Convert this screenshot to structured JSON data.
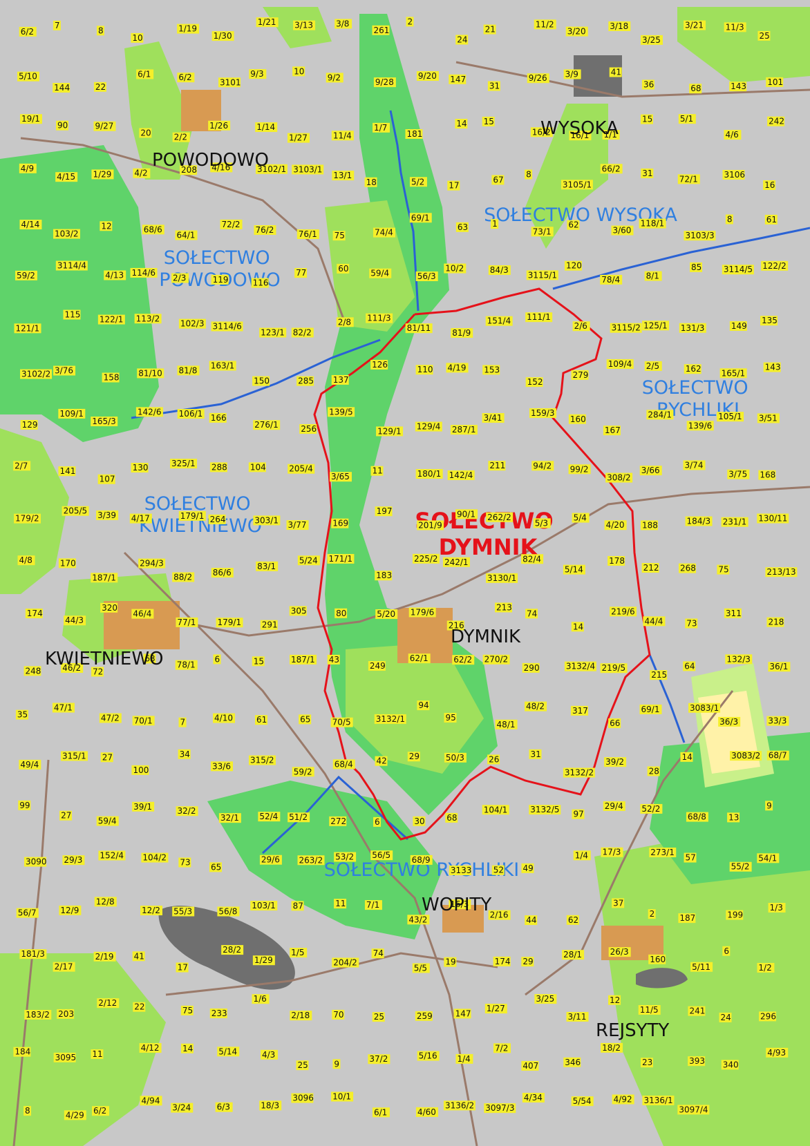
{
  "colors": {
    "background": "#c8c8c8",
    "grass": "#9fe05c",
    "forest": "#5fd36a",
    "meadow": "#c9f08a",
    "field_light": "#fff2a8",
    "built": "#d89a52",
    "building": "#e24628",
    "water": "#6f6f6f",
    "road": "#9a7a6a",
    "boundary_red": "#e5121a",
    "boundary_blue": "#2a62d4",
    "label_bg": "#f5ef2a"
  },
  "map": {
    "settlements": [
      {
        "id": "powodowo",
        "name": "POWODOWO"
      },
      {
        "id": "wysoka",
        "name": "WYSOKA"
      },
      {
        "id": "dymnik",
        "name": "DYMNIK"
      },
      {
        "id": "kwietniewo",
        "name": "KWIETNIEWO"
      },
      {
        "id": "wopity",
        "name": "WOPITY"
      },
      {
        "id": "rejsyty",
        "name": "REJSYTY"
      }
    ],
    "solectwa": [
      {
        "id": "powodowo",
        "lines": [
          "SOŁECTWO",
          "POWODOWO"
        ]
      },
      {
        "id": "wysoka",
        "lines": [
          "SOŁECTWO WYSOKA"
        ]
      },
      {
        "id": "rychliki-ne",
        "lines": [
          "SOŁECTWO",
          "RYCHLIKI"
        ]
      },
      {
        "id": "kwietniewo",
        "lines": [
          "SOŁECTWO",
          "KWIETNIEWO"
        ]
      },
      {
        "id": "rychliki-s",
        "lines": [
          "SOŁECTWO RYCHLIKI"
        ]
      }
    ],
    "highlighted_solectwo": {
      "lines": [
        "SOŁECTWO",
        "DYMNIK"
      ]
    },
    "parcels": [
      "6/2",
      "7",
      "8",
      "10",
      "1/19",
      "1/30",
      "1/21",
      "3/13",
      "3/8",
      "261",
      "2",
      "24",
      "21",
      "11/2",
      "3/20",
      "3/18",
      "3/25",
      "3/21",
      "11/3",
      "25",
      "5/10",
      "144",
      "22",
      "6/1",
      "6/2",
      "3101",
      "9/3",
      "10",
      "9/2",
      "9/28",
      "9/20",
      "147",
      "31",
      "9/26",
      "3/9",
      "41",
      "36",
      "68",
      "143",
      "101",
      "19/1",
      "90",
      "9/27",
      "20",
      "2/2",
      "1/26",
      "1/14",
      "1/27",
      "11/4",
      "1/7",
      "181",
      "14",
      "15",
      "16/2",
      "16/1",
      "1/1",
      "15",
      "5/1",
      "4/6",
      "242",
      "4/9",
      "4/15",
      "1/29",
      "4/2",
      "208",
      "4/16",
      "3102/1",
      "3103/1",
      "13/1",
      "18",
      "5/2",
      "17",
      "67",
      "8",
      "3105/1",
      "66/2",
      "31",
      "72/1",
      "3106",
      "16",
      "4/14",
      "103/2",
      "12",
      "68/6",
      "64/1",
      "72/2",
      "76/2",
      "76/1",
      "75",
      "74/4",
      "69/1",
      "63",
      "1",
      "73/1",
      "62",
      "3/60",
      "118/1",
      "3103/3",
      "8",
      "61",
      "59/2",
      "3114/4",
      "4/13",
      "114/6",
      "2/3",
      "119",
      "116",
      "77",
      "60",
      "59/4",
      "56/3",
      "10/2",
      "84/3",
      "3115/1",
      "120",
      "78/4",
      "8/1",
      "85",
      "3114/5",
      "122/2",
      "121/1",
      "115",
      "122/1",
      "113/2",
      "102/3",
      "3114/6",
      "123/1",
      "82/2",
      "2/8",
      "111/3",
      "81/11",
      "81/9",
      "151/4",
      "111/1",
      "2/6",
      "3115/2",
      "125/1",
      "131/3",
      "149",
      "135",
      "3102/2",
      "3/76",
      "158",
      "81/10",
      "81/8",
      "163/1",
      "150",
      "285",
      "137",
      "126",
      "110",
      "4/19",
      "153",
      "152",
      "279",
      "109/4",
      "2/5",
      "162",
      "165/1",
      "143",
      "129",
      "109/1",
      "165/3",
      "142/6",
      "106/1",
      "166",
      "276/1",
      "256",
      "139/5",
      "129/1",
      "129/4",
      "287/1",
      "3/41",
      "159/3",
      "160",
      "167",
      "284/1",
      "139/6",
      "105/1",
      "3/51",
      "2/7",
      "141",
      "107",
      "130",
      "325/1",
      "288",
      "104",
      "205/4",
      "3/65",
      "11",
      "180/1",
      "142/4",
      "211",
      "94/2",
      "99/2",
      "308/2",
      "3/66",
      "3/74",
      "3/75",
      "168",
      "179/2",
      "205/5",
      "3/39",
      "4/17",
      "179/1",
      "264",
      "303/1",
      "3/77",
      "169",
      "197",
      "201/9",
      "90/1",
      "262/2",
      "5/3",
      "5/4",
      "4/20",
      "188",
      "184/3",
      "231/1",
      "130/11",
      "4/8",
      "170",
      "187/1",
      "294/3",
      "88/2",
      "86/6",
      "83/1",
      "5/24",
      "171/1",
      "183",
      "225/2",
      "242/1",
      "3130/1",
      "82/4",
      "5/14",
      "178",
      "212",
      "268",
      "75",
      "213/13",
      "174",
      "44/3",
      "320",
      "46/4",
      "77/1",
      "179/1",
      "291",
      "305",
      "80",
      "5/20",
      "179/6",
      "216",
      "213",
      "74",
      "14",
      "219/6",
      "44/4",
      "73",
      "311",
      "218",
      "248",
      "46/2",
      "72",
      "63",
      "78/1",
      "6",
      "15",
      "187/1",
      "43",
      "249",
      "62/1",
      "62/2",
      "270/2",
      "290",
      "3132/4",
      "219/5",
      "215",
      "64",
      "132/3",
      "36/1",
      "35",
      "47/1",
      "47/2",
      "70/1",
      "7",
      "4/10",
      "61",
      "65",
      "70/5",
      "3132/1",
      "94",
      "95",
      "48/1",
      "48/2",
      "317",
      "66",
      "69/1",
      "3083/1",
      "36/3",
      "33/3",
      "49/4",
      "315/1",
      "27",
      "100",
      "34",
      "33/6",
      "315/2",
      "59/2",
      "68/4",
      "42",
      "29",
      "50/3",
      "26",
      "31",
      "3132/2",
      "39/2",
      "28",
      "14",
      "3083/2",
      "68/7",
      "99",
      "27",
      "59/4",
      "39/1",
      "32/2",
      "32/1",
      "52/4",
      "51/2",
      "272",
      "6",
      "30",
      "68",
      "104/1",
      "3132/5",
      "97",
      "29/4",
      "52/2",
      "68/8",
      "13",
      "9",
      "3090",
      "29/3",
      "152/4",
      "104/2",
      "73",
      "65",
      "29/6",
      "263/2",
      "53/2",
      "56/5",
      "68/9",
      "3133",
      "52",
      "49",
      "1/4",
      "17/3",
      "273/1",
      "57",
      "55/2",
      "54/1",
      "56/7",
      "12/9",
      "12/8",
      "12/2",
      "55/3",
      "56/8",
      "103/1",
      "87",
      "11",
      "7/1",
      "43/2",
      "16/3",
      "2/16",
      "44",
      "62",
      "37",
      "2",
      "187",
      "199",
      "1/3",
      "181/3",
      "2/17",
      "2/19",
      "41",
      "17",
      "28/2",
      "1/29",
      "1/5",
      "204/2",
      "74",
      "5/5",
      "19",
      "174",
      "29",
      "28/1",
      "26/3",
      "160",
      "5/11",
      "6",
      "1/2",
      "183/2",
      "203",
      "2/12",
      "22",
      "75",
      "233",
      "1/6",
      "2/18",
      "70",
      "25",
      "259",
      "147",
      "1/27",
      "3/25",
      "3/11",
      "12",
      "11/5",
      "241",
      "24",
      "296",
      "184",
      "3095",
      "11",
      "4/12",
      "14",
      "5/14",
      "4/3",
      "25",
      "9",
      "37/2",
      "5/16",
      "1/4",
      "7/2",
      "407",
      "346",
      "18/2",
      "23",
      "393",
      "340",
      "4/93",
      "8",
      "4/29",
      "6/2",
      "4/94",
      "3/24",
      "6/3",
      "18/3",
      "3096",
      "10/1",
      "6/1",
      "4/60",
      "3136/2",
      "3097/3",
      "4/34",
      "5/54",
      "4/92",
      "3136/1",
      "3097/4"
    ]
  }
}
